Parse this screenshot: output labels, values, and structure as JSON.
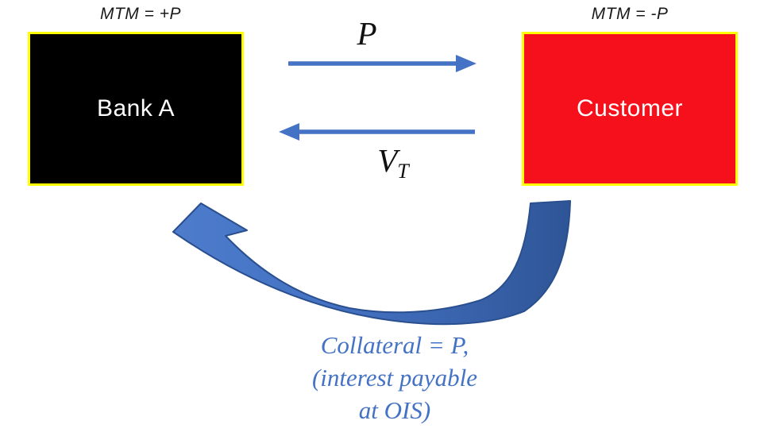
{
  "diagram": {
    "bank": {
      "mtm": "MTM = +P",
      "label": "Bank A"
    },
    "customer": {
      "mtm": "MTM = -P",
      "label": "Customer"
    },
    "principal_flow": {
      "label": "P",
      "direction": "right"
    },
    "valuation_flow": {
      "label_base": "V",
      "label_sub": "T",
      "direction": "left"
    },
    "collateral_flow": {
      "line1": "Collateral = P,",
      "line2": "(interest payable",
      "line3": "at OIS)"
    }
  },
  "colors": {
    "arrow_blue": "#4472C4",
    "curve_light_blue": "#4E7CCB",
    "curve_dark_blue": "#2E5596",
    "curve_outline": "#2A4F8F",
    "bank_box_fill": "#000000",
    "customer_box_fill": "#F6101B",
    "box_border_yellow": "#FFFF00",
    "note_text_blue": "#4472C4",
    "box_text_white": "#FFFFFF",
    "label_text_black": "#111111"
  }
}
